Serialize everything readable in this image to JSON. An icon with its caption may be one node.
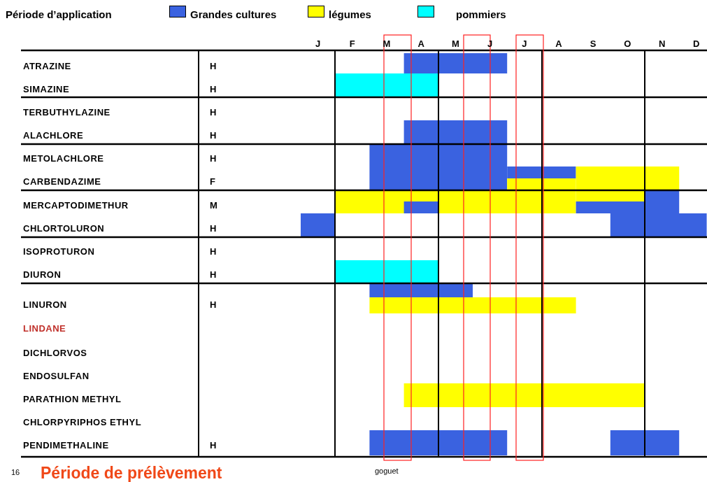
{
  "diagram": {
    "labels": [
      "Période d’application",
      "J",
      "F",
      "M",
      "A",
      "M",
      "J",
      "J",
      "A",
      "S",
      "O",
      "N",
      "D",
      "ATRAZINE",
      "H",
      "SIMAZINE",
      "H",
      "TERBUTHYLAZINE",
      "H",
      "ALACHLORE",
      "H",
      "METOLACHLORE",
      "H",
      "CARBENDAZIME",
      "F",
      "MERCAPTODIMETHUR",
      "M",
      "CHLORTOLURON",
      "H",
      "ISOPROTURON",
      "H",
      "DIURON",
      "H",
      "LINURON",
      "H",
      "LINDANE",
      "DICHLORVOS",
      "ENDOSULFAN",
      "PARATHION METHYL",
      "CHLORPYRIPHOS ETHYL",
      "PENDIMETHALINE",
      "H",
      "16",
      "Période de prélèvement",
      "goguet"
    ],
    "legend": [
      {
        "text": "Grandes cultures",
        "color": "#3a62e0"
      },
      {
        "text": "légumes",
        "color": "#ffff00"
      },
      {
        "text": "pommiers",
        "color": "#00ffff"
      }
    ]
  }
}
